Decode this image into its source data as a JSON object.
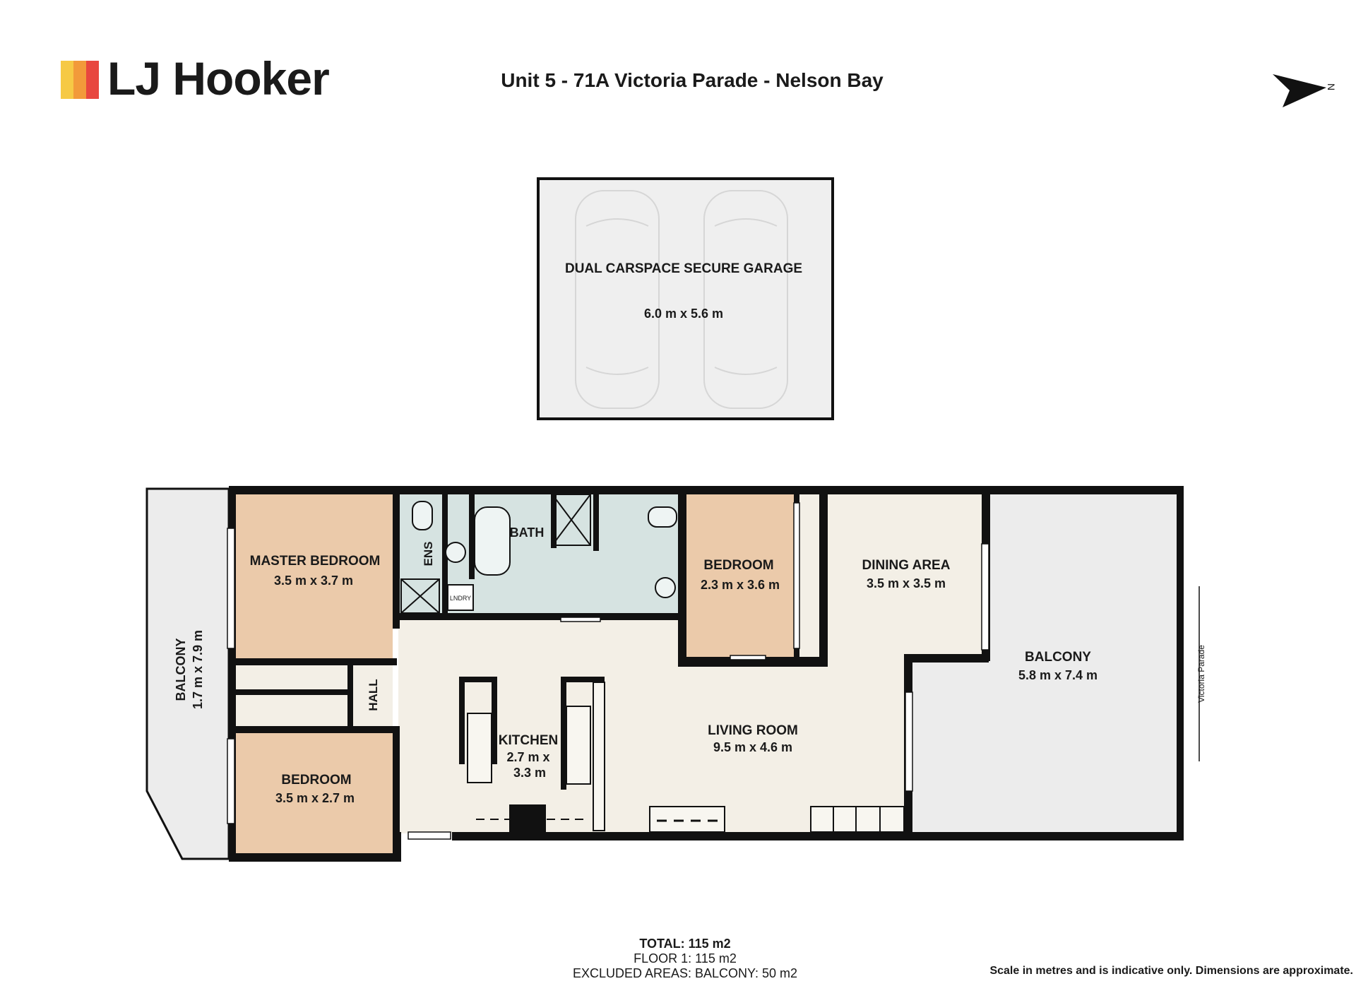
{
  "header": {
    "brand": "LJ Hooker",
    "brand_colors": [
      "#f6c945",
      "#f29a3a",
      "#e8473f"
    ],
    "title": "Unit 5 - 71A Victoria Parade - Nelson Bay",
    "compass": {
      "icon": "north-arrow-icon",
      "label": "N"
    }
  },
  "garage": {
    "name": "DUAL CARSPACE SECURE GARAGE",
    "size": "6.0 m x 5.6 m"
  },
  "rooms": {
    "master_bedroom": {
      "name": "MASTER BEDROOM",
      "size": "3.5 m x 3.7 m"
    },
    "bedroom_left": {
      "name": "BEDROOM",
      "size": "3.5 m x 2.7 m"
    },
    "bedroom_center": {
      "name": "BEDROOM",
      "size": "2.3 m x 3.6 m"
    },
    "dining": {
      "name": "DINING AREA",
      "size": "3.5 m x 3.5 m"
    },
    "living": {
      "name": "LIVING ROOM",
      "size": "9.5 m x 4.6 m"
    },
    "kitchen": {
      "name": "KITCHEN",
      "size_line1": "2.7 m x",
      "size_line2": "3.3 m"
    },
    "balcony_right": {
      "name": "BALCONY",
      "size": "5.8 m x 7.4 m"
    },
    "balcony_left": {
      "name": "BALCONY",
      "size": "1.7 m x 7.9 m"
    },
    "bath": {
      "name": "BATH"
    },
    "ens": {
      "name": "ENS"
    },
    "hall": {
      "name": "HALL"
    },
    "laundry": {
      "name": "LNDRY"
    }
  },
  "street": {
    "name": "Victoria Parade"
  },
  "totals": {
    "total": "TOTAL: 115 m2",
    "floor1": "FLOOR 1: 115 m2",
    "excluded": "EXCLUDED AREAS: BALCONY: 50 m2"
  },
  "disclaimer": "Scale in metres and is indicative only. Dimensions are approximate.",
  "colors": {
    "bedroom_fill": "#ebcaaa",
    "living_fill": "#f3efe6",
    "wet_fill": "#d6e3e1",
    "balcony_fill": "#ececec",
    "wall": "#111111"
  }
}
